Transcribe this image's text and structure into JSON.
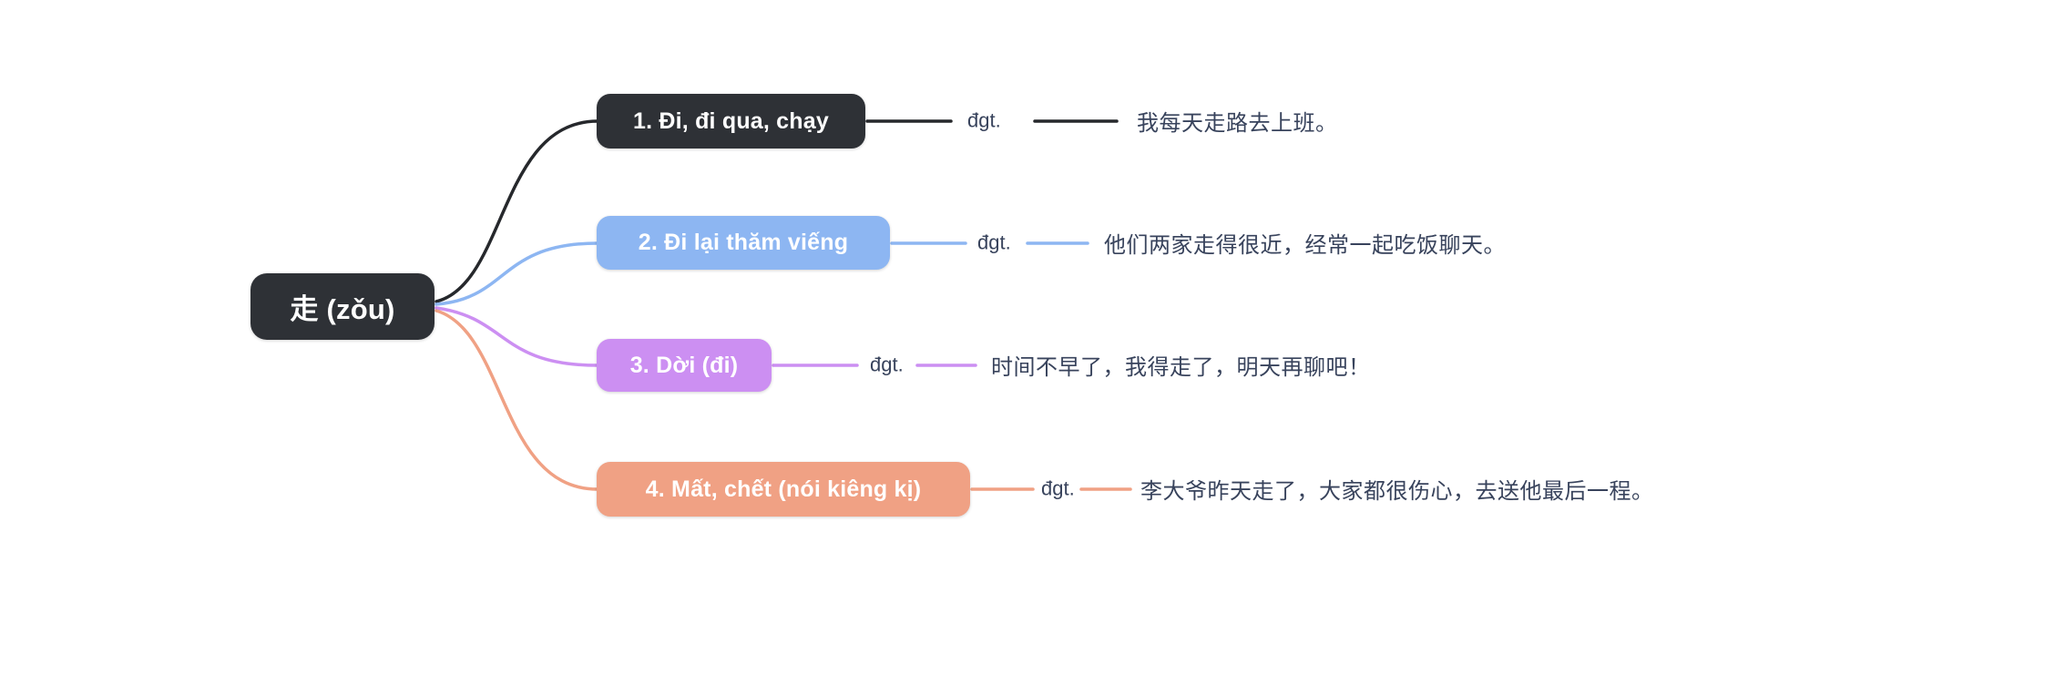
{
  "canvas": {
    "background": "#ffffff"
  },
  "palette": {
    "text": "#38435c",
    "node_text": "#ffffff"
  },
  "root": {
    "label": "走 (zǒu)",
    "bg": "#2e3136",
    "text": "#ffffff"
  },
  "branches": [
    {
      "label": "1. Đi, đi qua, chạy",
      "pos": "đgt.",
      "example": "我每天走路去上班。",
      "color": "#26282c",
      "node_bg": "#2e3136",
      "node_text": "#ffffff"
    },
    {
      "label": "2. Đi lại thăm viếng",
      "pos": "đgt.",
      "example": "他们两家走得很近，经常一起吃饭聊天。",
      "color": "#8db6f2",
      "node_bg": "#8db6f2",
      "node_text": "#ffffff"
    },
    {
      "label": "3. Dời (đi)",
      "pos": "đgt.",
      "example": "时间不早了，我得走了，明天再聊吧！",
      "color": "#cc8ff2",
      "node_bg": "#cc8ff2",
      "node_text": "#ffffff"
    },
    {
      "label": "4. Mất, chết (nói kiêng kị)",
      "pos": "đgt.",
      "example": "李大爷昨天走了，大家都很伤心，去送他最后一程。",
      "color": "#f0a184",
      "node_bg": "#f0a184",
      "node_text": "#ffffff"
    }
  ]
}
